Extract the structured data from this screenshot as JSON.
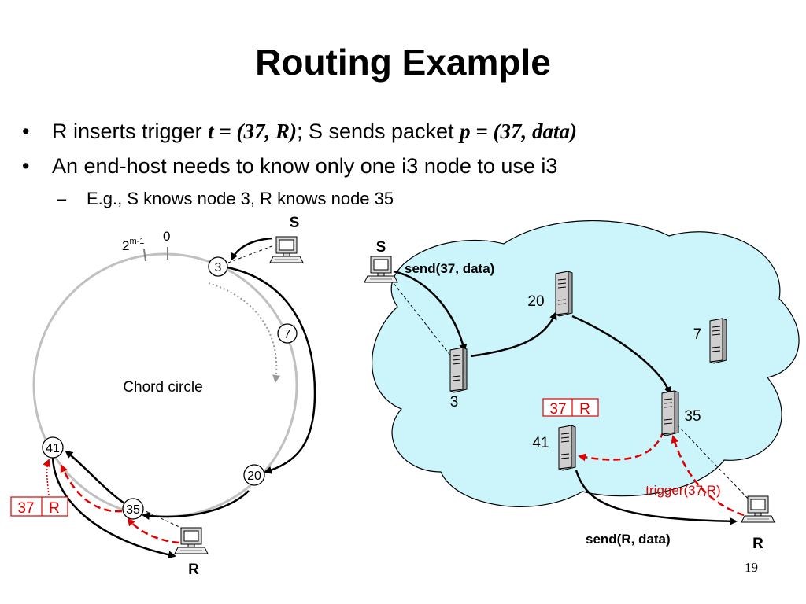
{
  "title": "Routing Example",
  "bullets": [
    {
      "pre": "R inserts trigger ",
      "expr1": "t = (37, R)",
      "mid": "; S sends packet ",
      "expr2": "p = (37, data)"
    },
    {
      "text": "An end-host needs to know only one i3 node to use i3"
    }
  ],
  "sub_bullet": {
    "dash": "–",
    "text": "E.g., S knows node 3, R knows node 35"
  },
  "chord": {
    "label": "Chord circle",
    "top_left_label": "2",
    "top_left_sup": "m-1",
    "top_right_label": "0",
    "nodes": [
      "3",
      "7",
      "20",
      "35",
      "41"
    ],
    "hosts": {
      "sender": "S",
      "receiver": "R"
    },
    "trigger_box": {
      "id": "37",
      "addr": "R"
    }
  },
  "network": {
    "sender": "S",
    "receiver": "R",
    "send_label": "send(37, data)",
    "nodes": [
      "20",
      "7",
      "3",
      "35",
      "41"
    ],
    "trigger_box": {
      "id": "37",
      "addr": "R"
    },
    "trigger_label": "trigger(37,R)",
    "deliver_label": "send(R, data)"
  },
  "colors": {
    "cloud": "#ccf5fb",
    "arrow": "#000000",
    "trigger": "#e00000",
    "ring": "#c0c0c0"
  },
  "page_number": "19"
}
